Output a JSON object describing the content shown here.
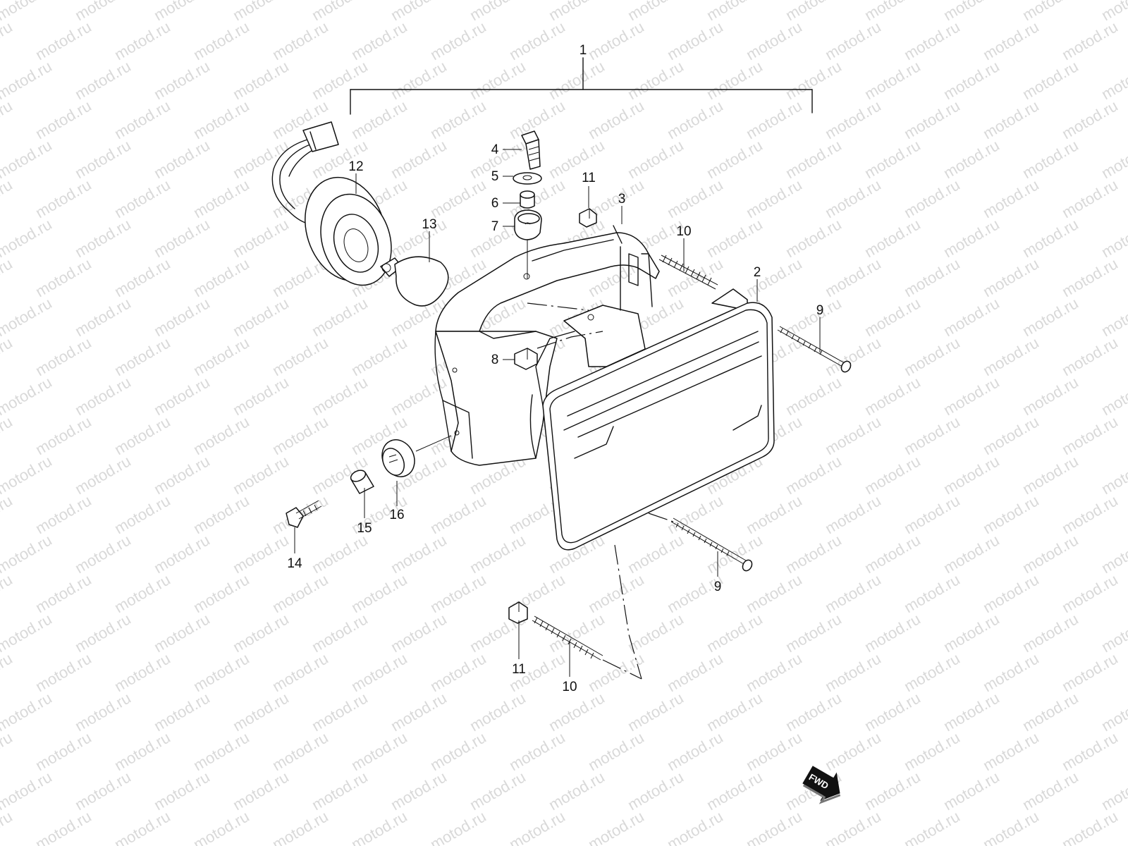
{
  "watermark": {
    "text": "motod.ru"
  },
  "callouts": [
    "1",
    "2",
    "3",
    "4",
    "5",
    "6",
    "7",
    "8",
    "9",
    "9",
    "10",
    "10",
    "11",
    "11",
    "12",
    "13",
    "14",
    "15",
    "16"
  ],
  "fwd_badge": {
    "text": "FWD"
  }
}
